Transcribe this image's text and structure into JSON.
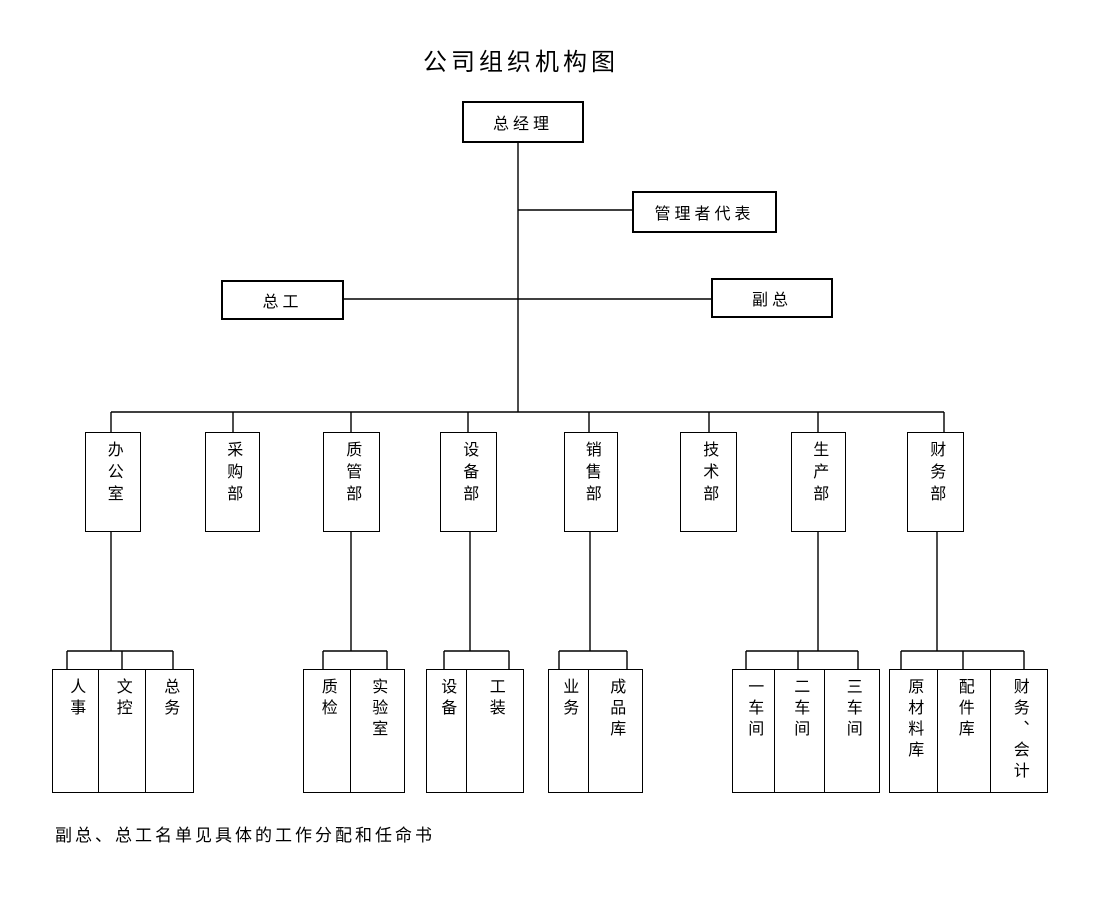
{
  "title": "公司组织机构图",
  "nodes": {
    "general_manager": "总经理",
    "management_representative": "管理者代表",
    "chief_engineer": "总工",
    "deputy_general_manager": "副总"
  },
  "departments": [
    {
      "label": "办公室",
      "children": [
        "人事",
        "文控",
        "总务"
      ]
    },
    {
      "label": "采购部",
      "children": []
    },
    {
      "label": "质管部",
      "children": [
        "质检",
        "实验室"
      ]
    },
    {
      "label": "设备部",
      "children": [
        "设备",
        "工装"
      ]
    },
    {
      "label": "销售部",
      "children": [
        "业务",
        "成品库"
      ]
    },
    {
      "label": "技术部",
      "children": []
    },
    {
      "label": "生产部",
      "children": [
        "一车间",
        "二车间",
        "三车间"
      ]
    },
    {
      "label": "财务部",
      "children": [
        "原材料库",
        "配件库",
        "财务、会计"
      ]
    }
  ],
  "note": "副总、总工名单见具体的工作分配和任命书",
  "colors": {
    "line": "#000000",
    "background": "#ffffff",
    "text": "#000000"
  }
}
